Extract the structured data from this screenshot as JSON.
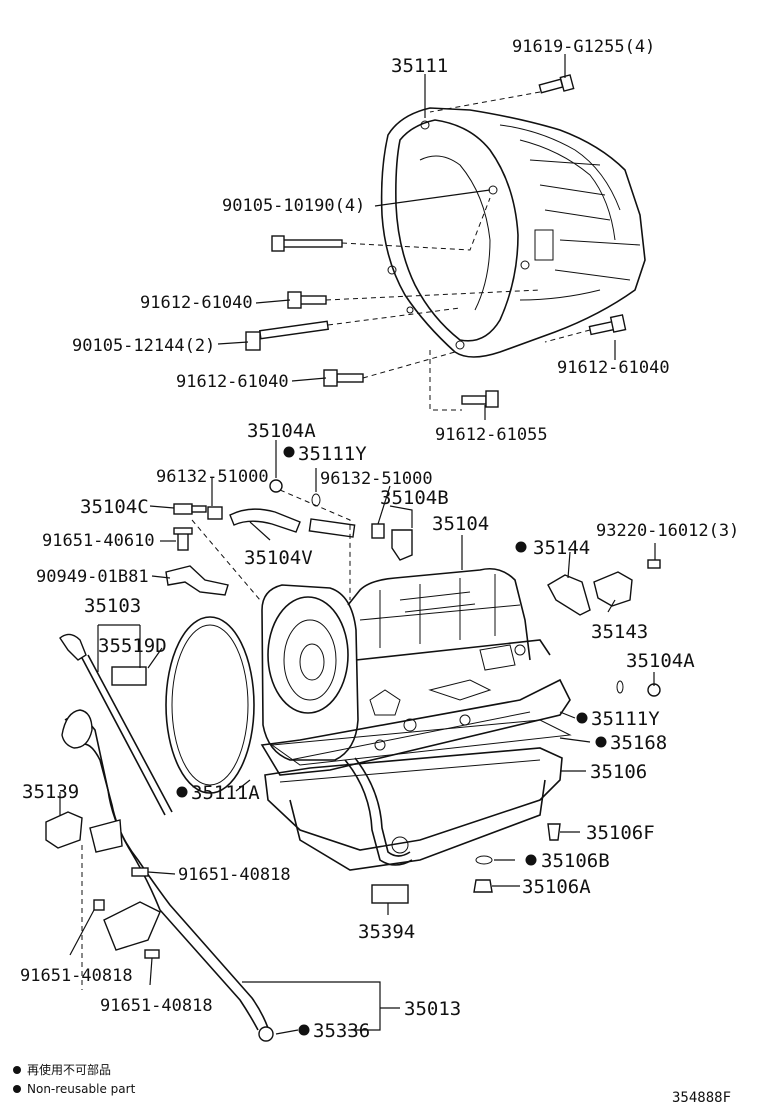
{
  "labels": {
    "p35111": "35111",
    "p91619": "91619-G1255(4)",
    "p90105a": "90105-10190(4)",
    "p91612a": "91612-61040",
    "p90105b": "90105-12144(2)",
    "p91612b": "91612-61040",
    "p91612c": "91612-61040",
    "p91612d": "91612-61055",
    "p35104A_top": "35104A",
    "p35111Y_top": "35111Y",
    "p96132a": "96132-51000",
    "p96132b": "96132-51000",
    "p35104C": "35104C",
    "p35104B": "35104B",
    "p35104": "35104",
    "p91651a": "91651-40610",
    "p35104V": "35104V",
    "p90949": "90949-01B81",
    "p35144": "35144",
    "p93220": "93220-16012(3)",
    "p35103": "35103",
    "p35519D": "35519D",
    "p35143": "35143",
    "p35104A_right": "35104A",
    "p35111Y_right": "35111Y",
    "p35168": "35168",
    "p35106": "35106",
    "p35139": "35139",
    "p35111A": "35111A",
    "p35106F": "35106F",
    "p35106B": "35106B",
    "p91651b": "91651-40818",
    "p35106A": "35106A",
    "p35394": "35394",
    "p91651c": "91651-40818",
    "p91651d": "91651-40818",
    "p35013": "35013",
    "p35336": "35336"
  },
  "legend": {
    "jp": "再使用不可部品",
    "en": "Non-reusable part"
  },
  "diagram_id": "354888F"
}
